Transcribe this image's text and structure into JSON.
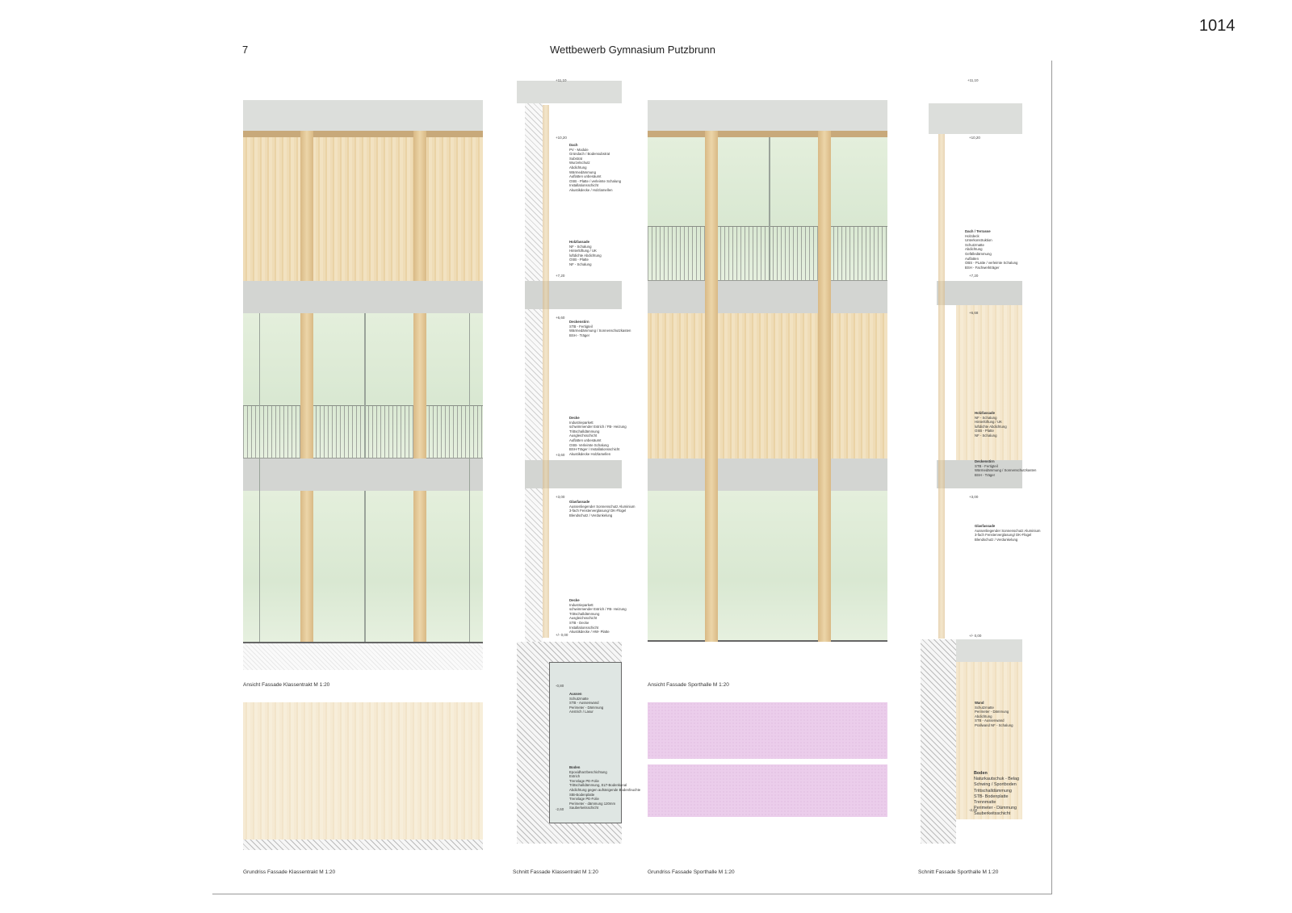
{
  "sheet_number": "1014",
  "page_number": "7",
  "title": "Wettbewerb Gymnasium Putzbrunn",
  "captions": {
    "ansicht_klassentrakt": "Ansicht Fassade Klassentrakt  M 1:20",
    "grundriss_klassentrakt": "Grundriss Fassade Klassentrakt  M 1:20",
    "schnitt_klassentrakt": "Schnitt Fassade Klassentrakt  M 1:20",
    "ansicht_sporthalle": "Ansicht Fassade Sporthalle  M 1:20",
    "grundriss_sporthalle": "Grundriss Fassade Sporthalle  M 1:20",
    "schnitt_sporthalle": "Schnitt Fassade Sporthalle  M 1:20"
  },
  "levels_klassentrakt": [
    "+11,10",
    "+10,20",
    "+7,20",
    "+6,60",
    "+3,60",
    "+3,00",
    "+/- 0,00",
    "-0,80",
    "-2,60"
  ],
  "levels_sporthalle": [
    "+11,10",
    "+10,20",
    "+7,20",
    "+6,68",
    "+3,00",
    "+/- 0,00",
    "-2,60"
  ],
  "blocks": {
    "k_dach": {
      "title": "Dach",
      "lines": [
        "PV - Module",
        "Gründach / Bodensubstrat",
        "Substrat",
        "Wurzelschutz",
        "Abdichtung",
        "Wärmedämmung",
        "Auflatten unbesäumt",
        "OSB - Platte / verleimte Schalung",
        "Installationsschicht",
        "Akustikdecke / Holzlamellen"
      ]
    },
    "k_holzfassade": {
      "title": "Holzfassade",
      "lines": [
        "NF - Schalung",
        "Hinterlüftung / UK",
        "luftdichte Abdichtung",
        "OSB - Platte",
        "NF - Schalung"
      ]
    },
    "k_deckenstirn": {
      "title": "Deckenstirn",
      "lines": [
        "STB - Fertigteil",
        "Wärmedämmung / Sonnenschutzkasten",
        "BSH - Träger"
      ]
    },
    "k_decke1": {
      "title": "Decke",
      "lines": [
        "Industrieparkett",
        "schwimmender Estrich / FB- Heizung",
        "Trittschalldämmung",
        "Ausgleichsschicht",
        "Auflatten unbesäumt",
        "OSB- Verleimte Schalung",
        "BSH-Träger / Installationsschicht",
        "Akustikdecke Holzlamellen"
      ]
    },
    "k_glasfassade": {
      "title": "Glasfassade",
      "lines": [
        "Aussenliegender Sonnenschutz Aluminium",
        "3-fach Fensterverglasung/ DK-Flügel",
        "Blendschutz / Verdunkelung"
      ]
    },
    "k_decke2": {
      "title": "Decke",
      "lines": [
        "Industrieparkett",
        "schwimmender Estrich / FB- Heizung",
        "Trittschalldämmung",
        "Ausgleichsschicht",
        "STB - Decke",
        "Installationsschicht",
        "Akustikdecke / HW- Platte"
      ]
    },
    "k_aussen": {
      "title": "Aussen",
      "lines": [
        "Schutzmatte",
        "STB - Aussenwand",
        "Perimeter - Dämmung",
        "Anstrich / Lasur"
      ]
    },
    "k_boden": {
      "title": "Boden",
      "lines": [
        "Epoxidharzbeschichtung",
        "Estrich",
        "Trennlage PE-Folie",
        "Trittschalldämmung, ELT-Bodenkanal",
        "Abdichtung gegen aufsteigende Bodenfeuchte",
        "StB-Bodenplatte",
        "Trennlage PE-Folie",
        "Perimeter - dämmung 120mm",
        "Sauberkeitsschicht"
      ]
    },
    "s_dach": {
      "title": "Dach / Terrasse",
      "lines": [
        "Holzdeck",
        "Unterkonstruktion",
        "Schutzmatte",
        "Abdichtung",
        "Gefälledämmung",
        "Auflatten",
        "OBS - PLatte / verleimte Schalung",
        "BSH - Fachwerkträger"
      ]
    },
    "s_holzfassade": {
      "title": "Holzfassade",
      "lines": [
        "NF - Schalung",
        "Hinterlüftung / UK",
        "luftdichte Abdichtung",
        "OSB - Platte",
        "NF - Schalung"
      ]
    },
    "s_deckenstirn": {
      "title": "Deckenstirn",
      "lines": [
        "STB - Fertigteil",
        "Wärmedämmung / Sonnenschutzkasten",
        "BSH - Träger"
      ]
    },
    "s_glasfassade": {
      "title": "Glasfassade",
      "lines": [
        "Aussenliegender Sonnenschutz Aluminium",
        "3-fach Fensterverglasung/ DK-Flügel",
        "Blendschutz / Verdunkelung"
      ]
    },
    "s_wand": {
      "title": "Wand",
      "lines": [
        "Schutzmatte",
        "Perimeter - Dämmung",
        "Abdichtung",
        "STB - Aussenwand",
        "Prallwand NF - Schalung"
      ]
    },
    "s_boden": {
      "title": "Boden",
      "lines": [
        "Naturkautschuk - Belag",
        "Schwing / Sportboden",
        "Trittschalldämmung",
        "STB- Bodenplatte",
        "Trennmatte",
        "Perimeter - Dämmung",
        "Sauberkeitsschicht"
      ]
    }
  }
}
